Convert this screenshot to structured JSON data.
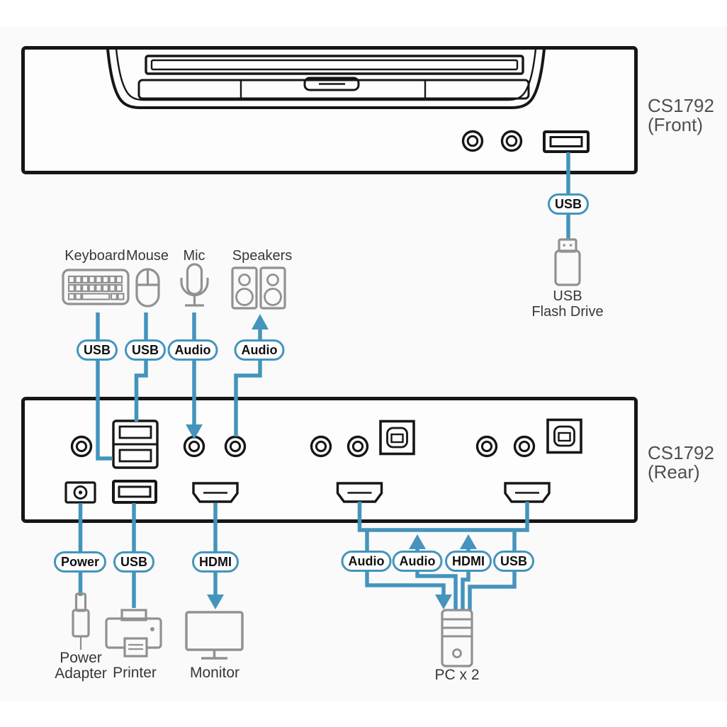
{
  "front_device": {
    "model": "CS1792",
    "view": "(Front)"
  },
  "rear_device": {
    "model": "CS1792",
    "view": "(Rear)"
  },
  "peripheral_labels": {
    "keyboard": "Keyboard",
    "mouse": "Mouse",
    "mic": "Mic",
    "speakers": "Speakers",
    "usb_flash_drive_line1": "USB",
    "usb_flash_drive_line2": "Flash Drive",
    "power_adapter_line1": "Power",
    "power_adapter_line2": "Adapter",
    "printer": "Printer",
    "monitor": "Monitor",
    "pc": "PC x 2"
  },
  "connector_pills": {
    "front_usb": "USB",
    "keyboard_usb": "USB",
    "mouse_usb": "USB",
    "mic_audio": "Audio",
    "speakers_audio": "Audio",
    "power": "Power",
    "printer_usb": "USB",
    "monitor_hdmi": "HDMI",
    "pc_audio_1": "Audio",
    "pc_audio_2": "Audio",
    "pc_hdmi": "HDMI",
    "pc_usb": "USB"
  },
  "icons": [
    "keyboard-icon",
    "mouse-icon",
    "mic-icon",
    "speakers-icon",
    "usb-flash-drive-icon",
    "power-adapter-icon",
    "printer-icon",
    "monitor-icon",
    "pc-tower-icon",
    "audio-jack-port",
    "usb-a-port",
    "usb-b-port",
    "hdmi-port",
    "dc-power-port"
  ],
  "colors": {
    "connector_blue": "#4494bd",
    "outline_black": "#161616",
    "icon_gray": "#919191",
    "label_gray": "#4f4f4f",
    "text_dark": "#383838",
    "background": "#fafafa"
  }
}
